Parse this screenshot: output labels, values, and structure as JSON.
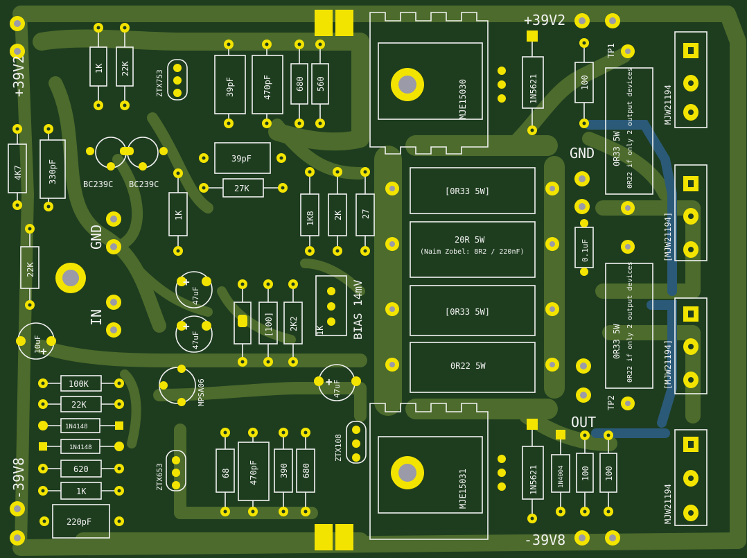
{
  "board": {
    "labels": {
      "pos_supply_tl": "+39V2",
      "pos_supply_tr": "+39V2",
      "neg_supply_bl": "-39V8",
      "neg_supply_br": "-39V8",
      "gnd_left": "GND",
      "gnd_right": "GND",
      "in": "IN",
      "out": "OUT",
      "tp1": "TP1",
      "tp2": "TP2",
      "bias": "BIAS 14mV"
    },
    "components": {
      "r_1k_top": "1K",
      "r_22k_top": "22K",
      "ztx753": "ZTX753",
      "c_39pf_a": "39pF",
      "c_470pf_a": "470pF",
      "r_680_a": "680",
      "r_560": "560",
      "mje15030": "MJE15030",
      "d_1n5621_a": "1N5621",
      "r_100_a": "100",
      "mjw_1": "MJW21194",
      "mjw_2": "[MJW21194]",
      "mjw_3": "[MJW21194]",
      "mjw_4": "MJW21194",
      "r_4k7": "4K7",
      "c_330pf": "330pF",
      "bc239c_a": "BC239C",
      "bc239c_b": "BC239C",
      "c_39pf_b": "39pF",
      "r_27k": "27K",
      "r_1k8": "1K8",
      "r_2k": "2K",
      "r_27": "27",
      "r_0r33_a": "[0R33 5W]",
      "r_20r": "20R 5W",
      "zobel_note": "(Naim Zobel: 8R2 / 220nF)",
      "r_0r33_b": "[0R33 5W]",
      "r_0r22": "0R22 5W",
      "c_01uf": "0.1uF",
      "emitter_a_title": "0R33 5W",
      "emitter_a_note": "0R22 if only 2 output devices",
      "emitter_b_title": "0R33 5W",
      "emitter_b_note": "0R22 if only 2 output devices",
      "r_1k_mid": "1K",
      "r_22k_mid": "22K",
      "c_10uf": "10uF",
      "c_47uf_a": "47uF",
      "c_47uf_b": "47uF",
      "r_100_mid": "[100]",
      "r_2k2": "2K2",
      "trim_1k": "1K",
      "c_47uf_c": "47uF",
      "mpsa06": "MPSA06",
      "r_100k": "100K",
      "r_22k_low": "22K",
      "d_1n4148_a": "1N4148",
      "d_1n4148_b": "1N4148",
      "r_620": "620",
      "r_1k_low": "1K",
      "c_220pf": "220pF",
      "ztx653": "ZTX653",
      "r_68": "68",
      "c_470pf_b": "470pF",
      "r_390": "390",
      "r_680_b": "680",
      "ztx108": "ZTX108",
      "mje15031": "MJE15031",
      "d_1n5621_b": "1N5621",
      "d_1n4004": "1N4004",
      "r_100_b": "100",
      "r_100_c": "100"
    },
    "colors": {
      "substrate": "#1e3d1f",
      "copper": "#4c6b2c",
      "copper_light": "#557835",
      "silkscreen": "#f2f2f2",
      "pad": "#f3e400",
      "drill": "#9a9aa8",
      "blue_trace": "#2a5a78"
    }
  }
}
